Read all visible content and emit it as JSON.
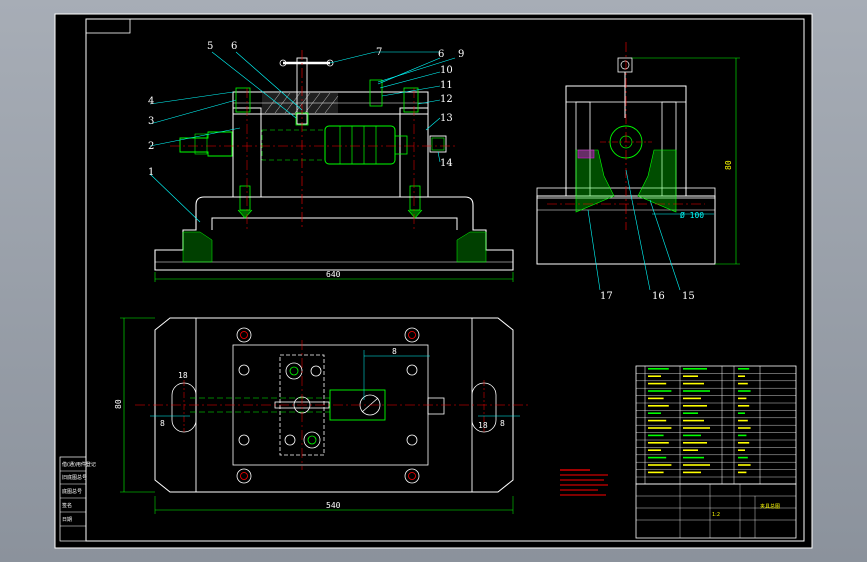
{
  "colors": {
    "viewport": "#9aa1ab",
    "sheet": "#000000",
    "line": "#ffffff",
    "green": "#00ff00",
    "red": "#ff0000",
    "cyan": "#00ffff",
    "yellow": "#ffff00",
    "magenta": "#ff00ff"
  },
  "balloons": {
    "b1": "1",
    "b2": "2",
    "b3": "3",
    "b4": "4",
    "b5": "5",
    "b6a": "6",
    "b7": "7",
    "b6b": "6",
    "b9": "9",
    "b10": "10",
    "b11": "11",
    "b12": "12",
    "b13": "13",
    "b14": "14",
    "b15": "15",
    "b16": "16",
    "b17": "17"
  },
  "dimensions": {
    "front_width": "640",
    "top_width": "540",
    "top_height": "80",
    "right_height": "80",
    "side_gap": "8",
    "slot_left": "18",
    "slot_right": "18",
    "top_offset": "8",
    "bottom_left": "8",
    "bottom_right": "8",
    "side_note": "Ø 100"
  },
  "title_block": {
    "scale_label": "1:2",
    "name_label": "夹具总图"
  },
  "left_stamp": {
    "l1": "借(通)用件登记",
    "l2": "旧底图总号",
    "l3": "底图总号",
    "l4": "签名",
    "l5": "日期"
  }
}
